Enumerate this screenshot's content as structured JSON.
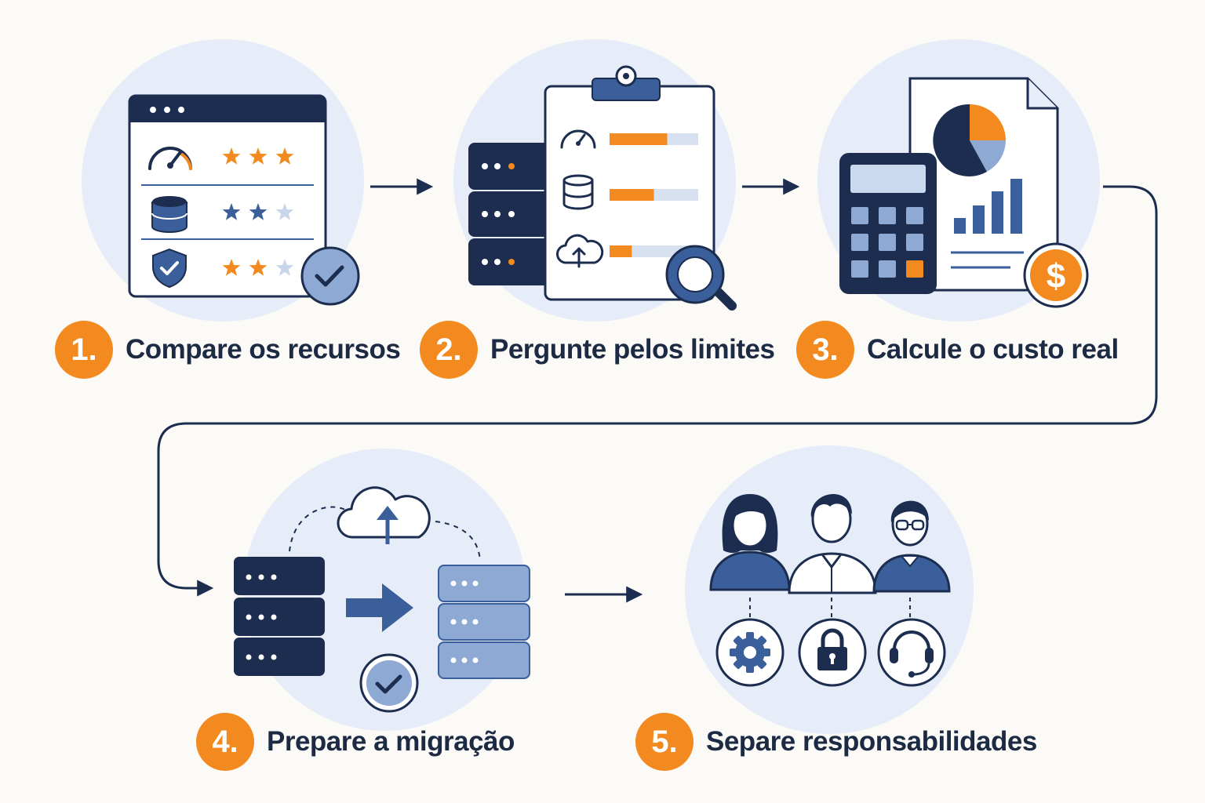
{
  "colors": {
    "navy": "#1c2d4f",
    "mid_blue": "#3a5f9a",
    "light_blue": "#8da9d4",
    "circle_bg": "#e6edf8",
    "orange": "#f28a1f",
    "background": "#fbfaf6"
  },
  "steps": [
    {
      "number": "1.",
      "label": "Compare os recursos",
      "icon": "feature-comparison-window-icon"
    },
    {
      "number": "2.",
      "label": "Pergunte pelos limites",
      "icon": "clipboard-limits-icon"
    },
    {
      "number": "3.",
      "label": "Calcule o custo real",
      "icon": "calculator-cost-report-icon"
    },
    {
      "number": "4.",
      "label": "Prepare a migração",
      "icon": "server-cloud-migration-icon"
    },
    {
      "number": "5.",
      "label": "Separe responsabilidades",
      "icon": "team-responsibilities-icon"
    }
  ],
  "step1": {
    "ratings": [
      3,
      2,
      2
    ],
    "max_rating": 3
  },
  "step2": {
    "bar_levels": [
      0.65,
      0.5,
      0.25
    ]
  },
  "step3": {
    "currency_symbol": "$"
  }
}
